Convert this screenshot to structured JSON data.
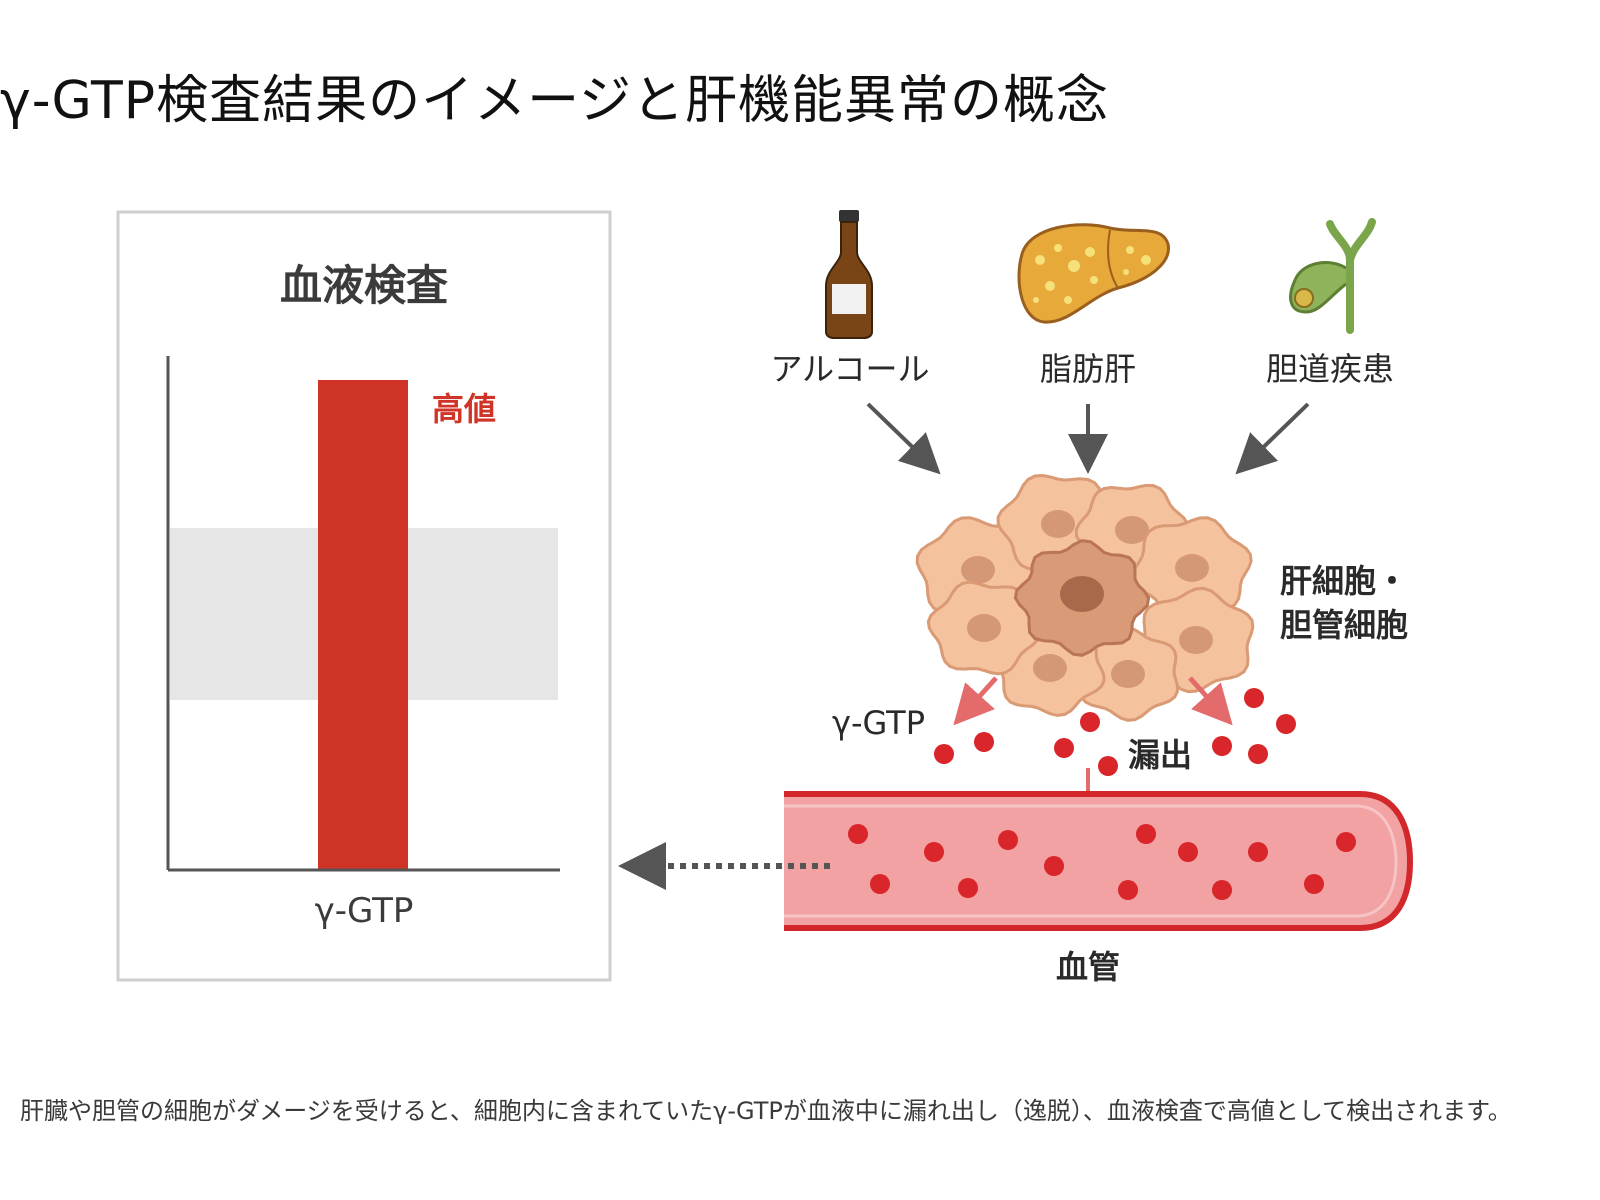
{
  "title": "γ-GTP検査結果のイメージと肝機能異常の概念",
  "blood_test": {
    "heading": "血液検査",
    "bar_label": "高値",
    "axis_label": "γ-GTP",
    "level": "high",
    "colors": {
      "bar": "#cf3427",
      "reference_band": "#e6e6e6",
      "frame": "#cfcfcf"
    }
  },
  "causes": [
    {
      "label": "アルコール",
      "icon": "bottle-icon"
    },
    {
      "label": "脂肪肝",
      "icon": "fatty-liver-icon"
    },
    {
      "label": "胆道疾患",
      "icon": "gallbladder-icon"
    }
  ],
  "cells_label_line1": "肝細胞・",
  "cells_label_line2": "胆管細胞",
  "gtp_label": "γ-GTP",
  "leak_label": "漏出",
  "vessel_label": "血管",
  "colors": {
    "cell_fill": "#f5c29e",
    "cell_stroke": "#d99a74",
    "cell_center": "#c98a68",
    "dot": "#d8262b",
    "vessel_fill": "#f2a2a3",
    "vessel_stroke": "#d2282b",
    "arrow": "#555555",
    "leak_arrow": "#e36b6b"
  },
  "caption": "肝臓や胆管の細胞がダメージを受けると、細胞内に含まれていたγ-GTPが血液中に漏れ出し（逸脱）、血液検査で高値として検出されます。"
}
